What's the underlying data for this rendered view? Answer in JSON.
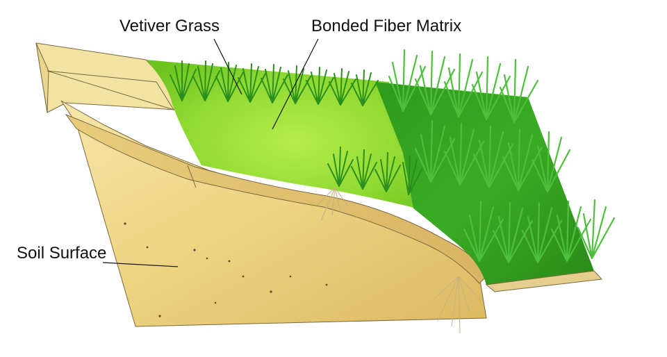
{
  "labels": {
    "vetiver_grass": "Vetiver Grass",
    "bonded_fiber_matrix": "Bonded Fiber Matrix",
    "soil_surface": "Soil Surface"
  },
  "colors": {
    "soil_light": "#f3df9a",
    "soil_mid": "#e9cc76",
    "soil_dark": "#d8b45c",
    "matrix_light": "#9be23a",
    "matrix_mid": "#6cc81e",
    "grass_dark": "#2f8f1a",
    "grass_blade": "#3fae2a",
    "root": "#c9b98a",
    "outline": "#6b5a35"
  },
  "icons": {
    "grass_tuft": "grass-tuft-icon",
    "root_cluster": "root-icon"
  }
}
